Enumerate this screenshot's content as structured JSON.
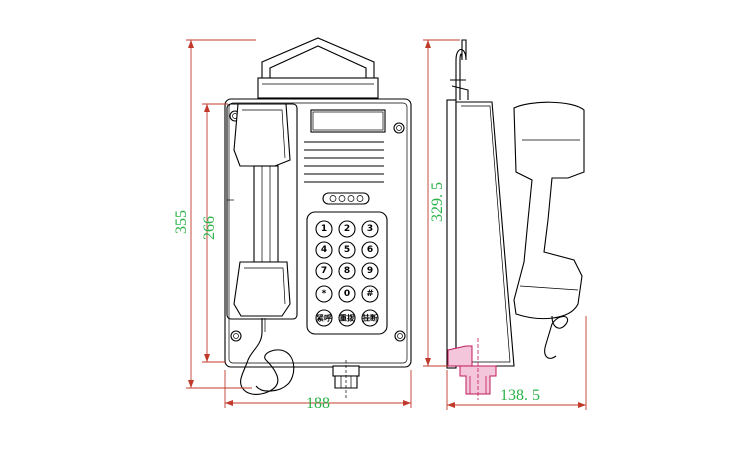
{
  "dimensions": {
    "total_height": "355",
    "handset_height": "266",
    "front_width": "188",
    "side_height": "329. 5",
    "side_depth": "138. 5"
  },
  "keypad": {
    "keys": [
      "1",
      "2",
      "3",
      "4",
      "5",
      "6",
      "7",
      "8",
      "9",
      "*",
      "0",
      "#"
    ],
    "function_keys": [
      "紧呼",
      "重拨",
      "挂断"
    ]
  },
  "colors": {
    "outline": "#000000",
    "dimension_line": "#c0392b",
    "dimension_text": "#2bb34a",
    "gland_fill": "#f4c6dc",
    "gland_stroke": "#c2185b"
  }
}
